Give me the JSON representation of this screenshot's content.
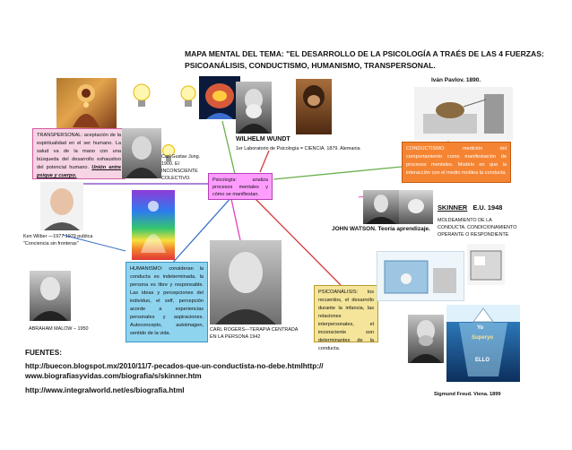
{
  "title": "MAPA MENTAL DEL TEMA: \"EL DESARROLLO DE LA PSICOLOGÍA A TRAÉS DE LAS 4 FUERZAS: PSICOANÁLISIS, CONDUCTISMO, HUMANISMO, TRANSPERSONAL.",
  "transpersonal": {
    "text": "TRANSPERSONAL: aceptación de la espiritualidad en el ser humano. La salud va de la mano con una búsqueda del desarrollo exhaustivo del potencial humano.",
    "emphasis": "Unión entre psique y cuerpo."
  },
  "jung": {
    "caption": "Carl Gustav Jung. 1900. El INCONSCIENTE COLECTIVO."
  },
  "wundt": {
    "name": "WILHELM WUNDT",
    "caption": "1er Laboratorio de Psicología = CIENCIA. 1879. Alemania"
  },
  "center": {
    "text": "Psicología: analiza procesos mentales y cómo se manifiestan."
  },
  "pavlov": {
    "caption": "Iván Pavlov. 1890."
  },
  "conductismo": {
    "text": "CONDUCTISMO: medición del comportamiento como manifestación de procesos mentales. Modelo en que la interacción con el medio moldea la conducta."
  },
  "skinner": {
    "name": "SKINNER",
    "year": "E.U. 1948",
    "caption": "MOLDEAMIENTO DE LA CONDUCTA. CONDICIONAMIENTO OPERANTE O RESPONDIENTE"
  },
  "watson": {
    "caption": "JOHN WATSON. Teoría aprendizaje."
  },
  "wilber": {
    "caption": "Ken Wilber —1977 1979 publica \"Conciencia sin fronteras\""
  },
  "humanismo": {
    "text": "HUMANISMO: consideran la conducta es indeterminada, la persona es libre y responsable. Las ideas y percepciones del individuo, el self, percepción acorde a experiencias personales y aspiraciones. Autoconcepto, autoimagen, sentido de la vida."
  },
  "rogers": {
    "caption": "CARL ROGERS—TERAPIA CENTRADA EN LA PERSONA 1942"
  },
  "maslow": {
    "caption": "ABRAHAM MALOW – 1950"
  },
  "psicoanalisis": {
    "text": "PSICOANÁLISIS: los recuerdos, el desarrollo durante la infancia, las relaciones interpersonales, el inconsciente son determinantes de la conducta."
  },
  "iceberg": {
    "ello": "ELLO",
    "yo": "Yo",
    "superyo": "Superyo"
  },
  "freud": {
    "caption": "Sigmund Freud. Viena. 1899"
  },
  "sources": {
    "heading": "FUENTES:",
    "line1": "http://buecon.blogspot.mx/2010/11/7-pecados-que-un-conductista-no-debe.htmlhttp://",
    "line2": "www.biografiasyvidas.com/biografia/s/skinner.htm",
    "line3": "http://www.integralworld.net/es/biografia.html"
  },
  "colors": {
    "transpersonal": "#f6d4e4",
    "center": "#ff9dff",
    "conductismo": "#f58432",
    "humanismo": "#8fd4ef",
    "psicoanalisis": "#f4e59a",
    "line_pink": "#e040c0",
    "line_red": "#d23c3c",
    "line_green": "#6ab04c",
    "line_blue": "#3b6fc6",
    "line_gold": "#d99a20"
  }
}
